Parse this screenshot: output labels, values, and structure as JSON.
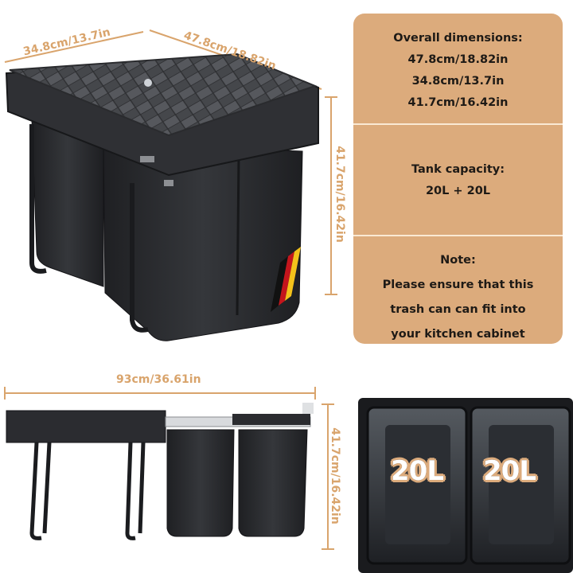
{
  "dimensions": {
    "top_depth": "34.8cm/13.7in",
    "top_width": "47.8cm/18.82in",
    "height_right": "41.7cm/16.42in",
    "full_length": "93cm/36.61in",
    "height_lower": "41.7cm/16.42in"
  },
  "info_panel": {
    "overall": {
      "heading": "Overall dimensions:",
      "lines": [
        "47.8cm/18.82in",
        "34.8cm/13.7in",
        "41.7cm/16.42in"
      ]
    },
    "capacity": {
      "heading": "Tank capacity:",
      "value": "20L + 20L"
    },
    "note": {
      "heading": "Note:",
      "lines": [
        "Please ensure that this",
        "trash can can fit into",
        "your kitchen cabinet"
      ]
    }
  },
  "bins": {
    "left_label": "20L",
    "right_label": "20L"
  },
  "colors": {
    "accent": "#d9a46c",
    "panel": "#dcab7c",
    "bin": "#2a2b2e"
  }
}
